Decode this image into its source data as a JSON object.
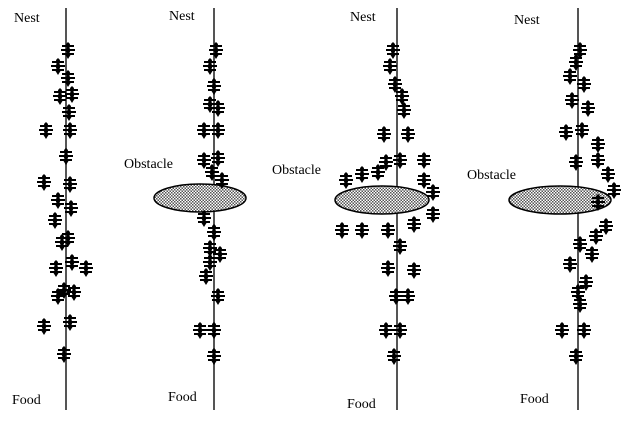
{
  "labels": {
    "nest": "Nest",
    "food": "Food",
    "obstacle": "Obstacle"
  },
  "panels": [
    {
      "has_obstacle": false
    },
    {
      "has_obstacle": true
    },
    {
      "has_obstacle": true
    },
    {
      "has_obstacle": true
    }
  ],
  "colors": {
    "ant": "#000000",
    "path_line": "#555555",
    "obstacle_fill": "#9a9a9a",
    "obstacle_stroke": "#000000"
  }
}
